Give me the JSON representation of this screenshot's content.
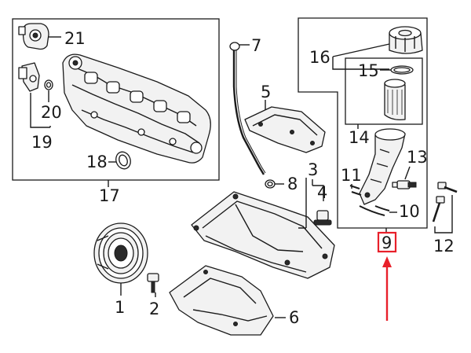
{
  "colors": {
    "highlight": "#e8202a",
    "ink": "#1a1a1a"
  },
  "callouts": {
    "p1": "1",
    "p2": "2",
    "p3": "3",
    "p4": "4",
    "p5": "5",
    "p6": "6",
    "p7": "7",
    "p8": "8",
    "p9": "9",
    "p10": "10",
    "p11": "11",
    "p12": "12",
    "p13": "13",
    "p14": "14",
    "p15": "15",
    "p16": "16",
    "p17": "17",
    "p18": "18",
    "p19": "19",
    "p20": "20",
    "p21": "21"
  },
  "highlighted_callout": "9"
}
